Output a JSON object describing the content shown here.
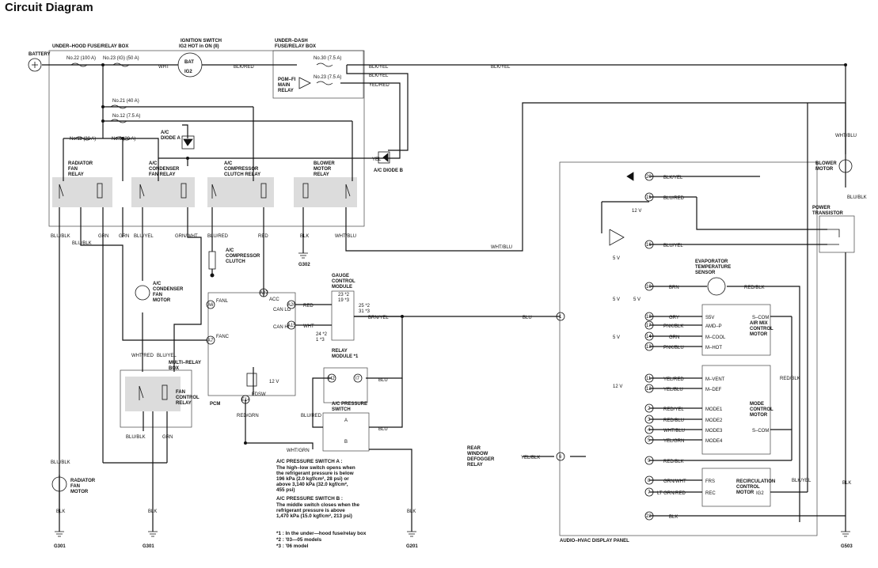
{
  "title": "Circuit Diagram",
  "components": {
    "battery": "BATTERY",
    "under_hood_box": "UNDER–HOOD FUSE/RELAY BOX",
    "ignition_switch": "IGNITION SWITCH",
    "ignition_note": "IG2 HOT in ON (II)",
    "bat": "BAT",
    "ig2": "IG2",
    "under_dash_box_1": "UNDER–DASH",
    "under_dash_box_2": "FUSE/RELAY BOX",
    "pgm_fi_1": "PGM–FI",
    "pgm_fi_2": "MAIN",
    "pgm_fi_3": "RELAY",
    "ac_diode_a_1": "A/C",
    "ac_diode_a_2": "DIODE A",
    "ac_diode_b": "A/C DIODE B",
    "radiator_fan_relay_1": "RADIATOR",
    "radiator_fan_relay_2": "FAN",
    "radiator_fan_relay_3": "RELAY",
    "condenser_fan_relay_1": "A/C",
    "condenser_fan_relay_2": "CONDENSER",
    "condenser_fan_relay_3": "FAN RELAY",
    "compressor_relay_1": "A/C",
    "compressor_relay_2": "COMPRESSOR",
    "compressor_relay_3": "CLUTCH RELAY",
    "blower_relay_1": "BLOWER",
    "blower_relay_2": "MOTOR",
    "blower_relay_3": "RELAY",
    "compressor_clutch_1": "A/C",
    "compressor_clutch_2": "COMPRESSOR",
    "compressor_clutch_3": "CLUTCH",
    "condenser_motor_1": "A/C",
    "condenser_motor_2": "CONDENSER",
    "condenser_motor_3": "FAN",
    "condenser_motor_4": "MOTOR",
    "radiator_motor_1": "RADIATOR",
    "radiator_motor_2": "FAN",
    "radiator_motor_3": "MOTOR",
    "multi_relay_1": "MULTI–RELAY",
    "multi_relay_2": "BOX",
    "fan_control_1": "FAN",
    "fan_control_2": "CONTROL",
    "fan_control_3": "RELAY",
    "pcm": "PCM",
    "gauge_module_1": "GAUGE",
    "gauge_module_2": "CONTROL",
    "gauge_module_3": "MODULE",
    "relay_module_1": "RELAY",
    "relay_module_2": "MODULE *1",
    "pressure_switch_1": "A/C PRESSURE",
    "pressure_switch_2": "SWITCH",
    "rear_defogger_1": "REAR",
    "rear_defogger_2": "WINDOW",
    "rear_defogger_3": "DEFOGGER",
    "rear_defogger_4": "RELAY",
    "blower_motor_1": "BLOWER",
    "blower_motor_2": "MOTOR",
    "power_transistor_1": "POWER",
    "power_transistor_2": "TRANSISTOR",
    "evap_sensor_1": "EVAPORATOR",
    "evap_sensor_2": "TEMPERATURE",
    "evap_sensor_3": "SENSOR",
    "air_mix_1": "AIR MIX",
    "air_mix_2": "CONTROL",
    "air_mix_3": "MOTOR",
    "mode_motor_1": "MODE",
    "mode_motor_2": "CONTROL",
    "mode_motor_3": "MOTOR",
    "recirc_1": "RECIRCULATION",
    "recirc_2": "CONTROL",
    "recirc_3": "MOTOR",
    "audio_panel": "AUDIO–HVAC DISPLAY PANEL"
  },
  "fuses": {
    "f22": "No.22 (100 A)",
    "f23": "No.23 (IG) (50 A)",
    "f30": "No.30 (7.5 A)",
    "f23b": "No.23 (7.5 A)",
    "f21": "No.21 (40 A)",
    "f12": "No.12 (7.5 A)",
    "f11": "No.11 (30 A)",
    "f9": "No.9 (20 A)"
  },
  "wires": {
    "wht": "WHT",
    "blk_red": "BLK/RED",
    "blk_yel_1": "BLK/YEL",
    "blk_yel_2": "BLK/YEL",
    "blk_yel_3": "BLK/YEL",
    "yel_red": "YEL/RED",
    "yel": "YEL",
    "blu_blk_1": "BLU/BLK",
    "blu_blk_2": "BLU/BLK",
    "grn_1": "GRN",
    "grn_2": "GRN",
    "blu_yel_1": "BLU/YEL",
    "grn_wht": "GRN/WHT",
    "blu_red_1": "BLU/RED",
    "red_1": "RED",
    "blk_1": "BLK",
    "wht_blu_1": "WHT/BLU",
    "wht_blu_2": "WHT/BLU",
    "wht_blu_3": "WHT/BLU",
    "wht_red": "WHT/RED",
    "blu_yel_2": "BLU/YEL",
    "red_2": "RED",
    "wht_2": "WHT",
    "brn_yel": "BRN/YEL",
    "blu_1": "BLU",
    "blu_2": "BLU",
    "blu_3": "BLU",
    "blu_red_2": "BLU/RED",
    "red_grn": "RED/GRN",
    "wht_grn": "WHT/GRN",
    "blu_blk_3": "BLU/BLK",
    "grn_3": "GRN",
    "blu_blk_4": "BLU/BLK",
    "blk_2": "BLK",
    "blk_3": "BLK",
    "blk_4": "BLK",
    "yel_blk": "YEL/BLK",
    "blu_blk_5": "BLU/BLK",
    "blk_5": "BLK"
  },
  "panel_wires": {
    "p20": "BLK/YEL",
    "p15": "BLU/RED",
    "p16": "BLU/YEL",
    "p10": "BRN",
    "red_blk": "RED/BLK",
    "p18": "GRY",
    "p17": "PNK/BLK",
    "p14": "GRN",
    "p13": "PNK/BLU",
    "p11": "YEL/RED",
    "p12": "YEL/BLU",
    "p2": "RED/YEL",
    "p3": "RED/BLU",
    "p4": "WHT/BLU",
    "p5": "YEL/GRN",
    "p9": "RED/BLK",
    "p8": "GRN/WHT",
    "p7": "LT GRN/RED",
    "p22": "BLK",
    "red_blk_2": "RED/BLK",
    "blk_yel_r": "BLK/YEL"
  },
  "pins": {
    "a6": "A6",
    "a7": "A7",
    "a27": "A27",
    "a26": "A26",
    "a15": "A15",
    "e14": "E14",
    "h2": "H2",
    "i7": "I7",
    "n1": "1",
    "n6": "6",
    "n20": "20",
    "n15": "15",
    "n16": "16",
    "n10": "10",
    "n18": "18",
    "n17": "17",
    "n14": "14",
    "n13": "13",
    "n11": "11",
    "n12": "12",
    "n2": "2",
    "n3": "3",
    "n4": "4",
    "n5": "5",
    "n9": "9",
    "n8": "8",
    "n7": "7",
    "n22": "22"
  },
  "signals": {
    "fanl": "FANL",
    "fanc": "FANC",
    "acc": "ACC",
    "can_lo": "CAN LO",
    "can_hi": "CAN HI",
    "fdsw": "FDSW",
    "v12_a": "12 V",
    "v12_b": "12 V",
    "v12_c": "12 V",
    "v5_a": "5 V",
    "v5_b": "5 V",
    "v5_c": "5 V",
    "v5_d": "5 V",
    "ssv": "S5V",
    "amd_p": "AMD–P",
    "m_cool": "M–COOL",
    "m_hot": "M–HOT",
    "s_com_1": "S–COM",
    "s_com_2": "S–COM",
    "m_vent": "M–VENT",
    "m_def": "M–DEF",
    "mode1": "MODE1",
    "mode2": "MODE2",
    "mode3": "MODE3",
    "mode4": "MODE4",
    "fre": "FRS",
    "rec": "REC",
    "ig2": "IG2",
    "p23": "23 *2",
    "p19": "19 *3",
    "p24": "24 *2",
    "p1": "1 *3",
    "p25": "25 *2",
    "p31": "31 *3",
    "pa": "A",
    "pb": "B"
  },
  "notes": {
    "sw_a_title": "A/C PRESSURE SWITCH A :",
    "sw_a_1": "The high–low switch opens when",
    "sw_a_2": "the refrigerant pressure is below",
    "sw_a_3": "196 kPa (2.0 kgf/cm², 28 psi) or",
    "sw_a_4": "above 3,140 kPa (32.0 kgf/cm²,",
    "sw_a_5": "455 psi)",
    "sw_b_title": "A/C PRESSURE SWITCH B :",
    "sw_b_1": "The middle switch closes when the",
    "sw_b_2": "refrigerant pressure is above",
    "sw_b_3": "1,470 kPa (15.0 kgf/cm², 213 psi)",
    "fn_1": "*1 : In the under—hood fuse/relay box",
    "fn_2": "*2 : '03—05 models",
    "fn_3": "*3 : '06 model"
  },
  "grounds": {
    "g301_a": "G301",
    "g301_b": "G301",
    "g302": "G302",
    "g201": "G201",
    "g503": "G503"
  }
}
